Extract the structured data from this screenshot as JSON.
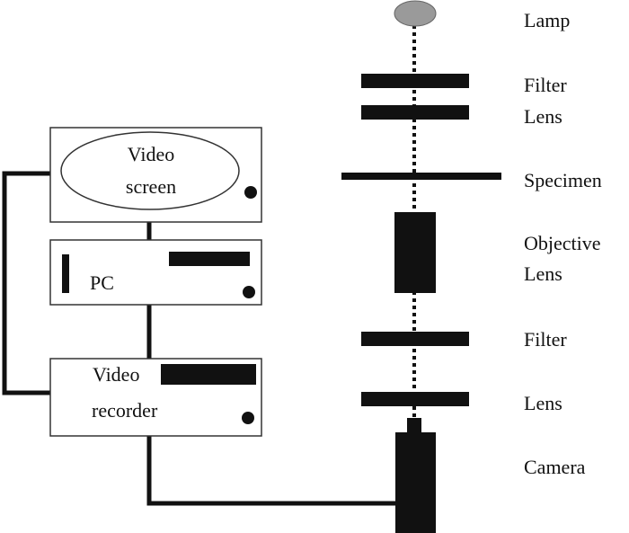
{
  "diagram": {
    "devices": {
      "video_screen": {
        "line1": "Video",
        "line2": "screen"
      },
      "pc": {
        "label": "PC"
      },
      "video_recorder": {
        "line1": "Video",
        "line2": "recorder"
      }
    },
    "optical_path": [
      {
        "label": "Lamp"
      },
      {
        "label": "Filter"
      },
      {
        "label": "Lens"
      },
      {
        "label": "Specimen"
      },
      {
        "label": "Objective",
        "label2": "Lens"
      },
      {
        "label": "Filter"
      },
      {
        "label": "Lens"
      },
      {
        "label": "Camera"
      }
    ],
    "colors": {
      "ink": "#111111",
      "lamp": "#9a9a9a",
      "box_border": "#333333",
      "background": "#ffffff"
    }
  }
}
